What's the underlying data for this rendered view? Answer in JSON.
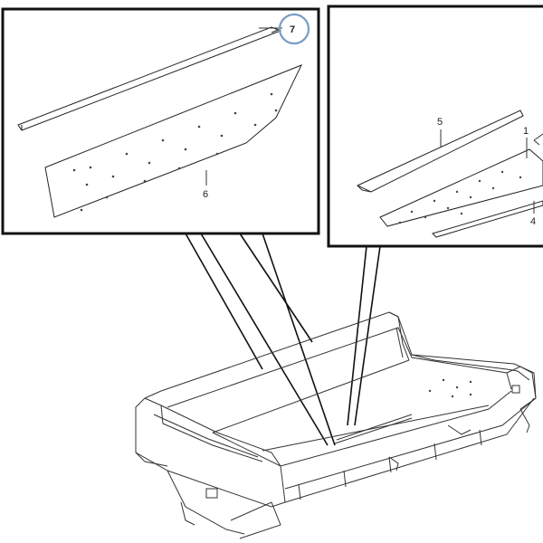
{
  "diagram": {
    "callouts": {
      "part_1": "1",
      "part_4": "4",
      "part_5": "5",
      "part_6": "6",
      "part_7": "7"
    },
    "highlight_color": "#7a9cc4",
    "line_color": "#111111"
  }
}
